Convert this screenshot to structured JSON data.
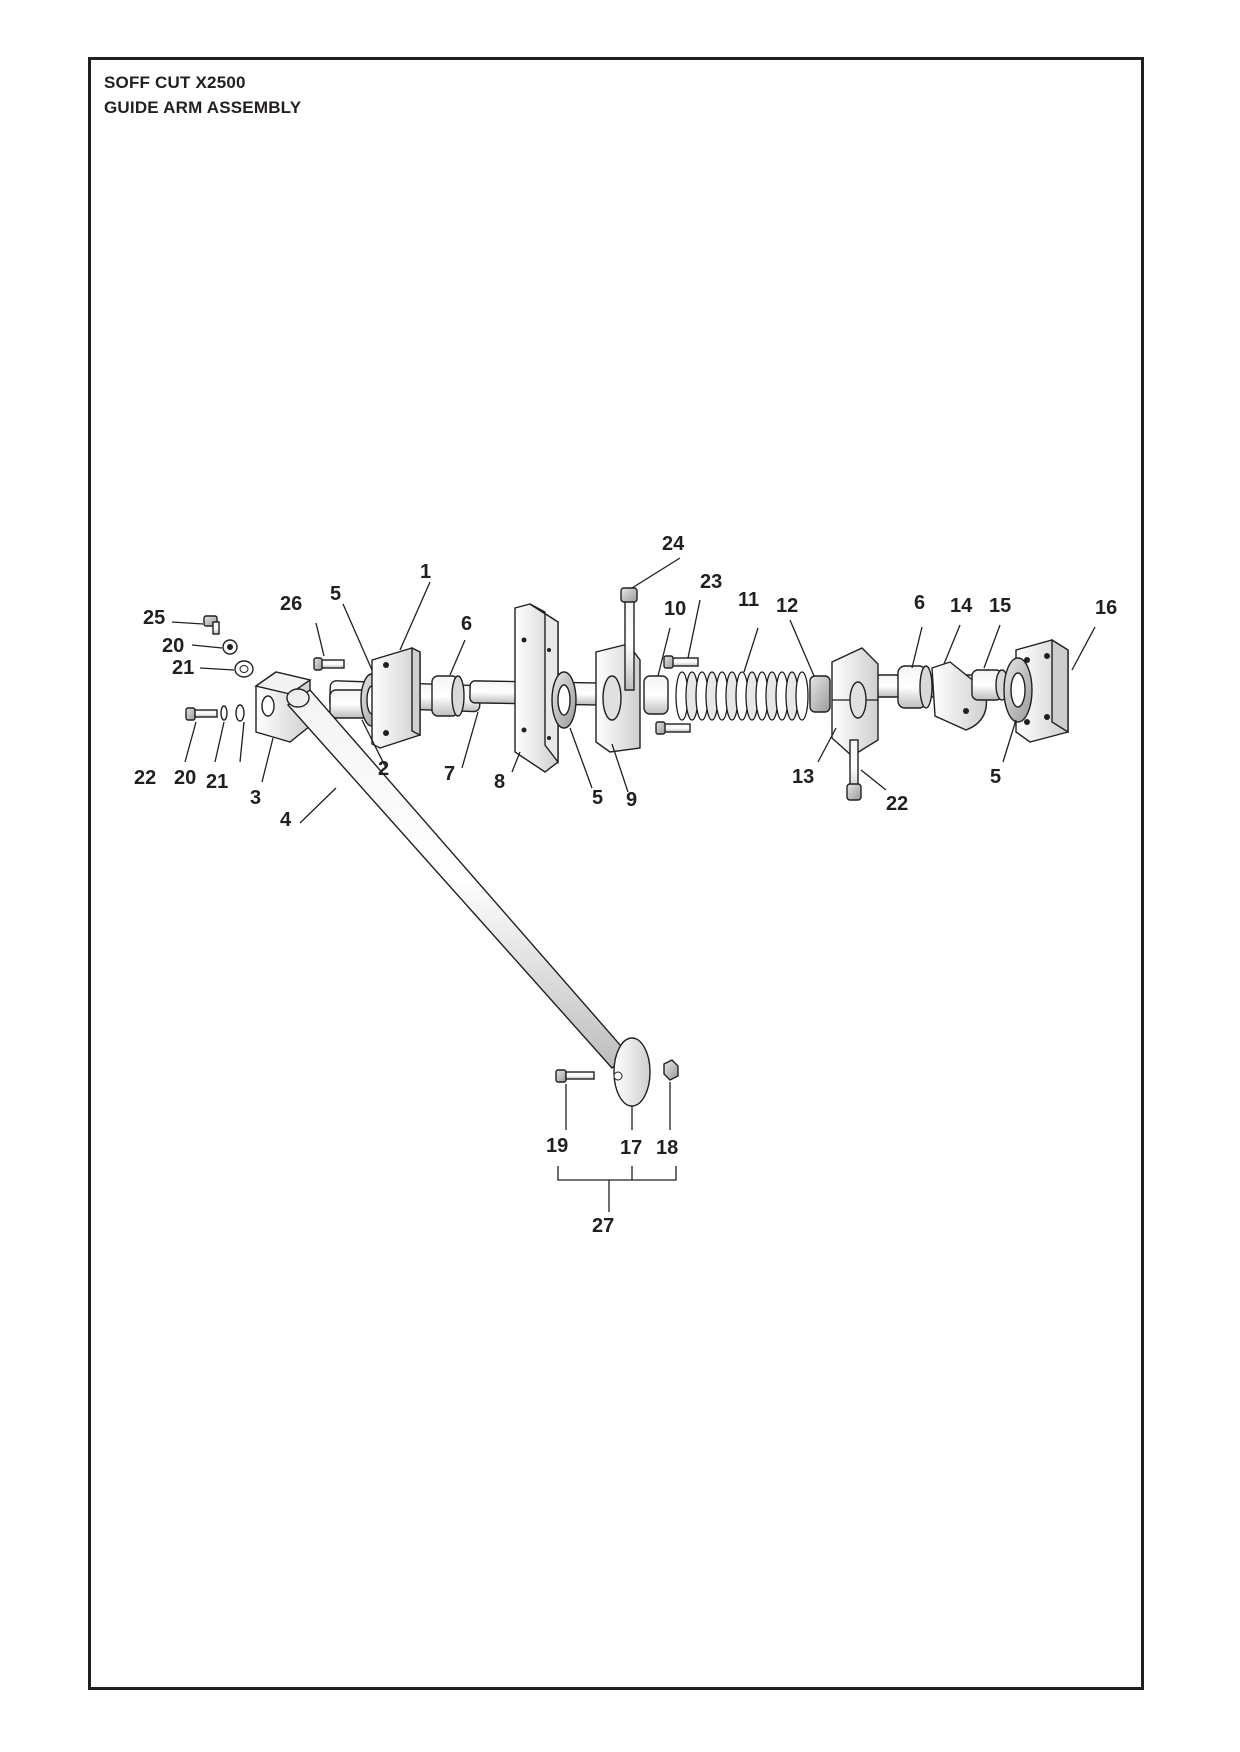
{
  "header": {
    "line1": "SOFF CUT X2500",
    "line2": "GUIDE ARM ASSEMBLY"
  },
  "callouts": [
    "1",
    "2",
    "3",
    "4",
    "5",
    "5",
    "5",
    "6",
    "6",
    "7",
    "8",
    "9",
    "10",
    "11",
    "12",
    "13",
    "14",
    "15",
    "16",
    "17",
    "18",
    "19",
    "20",
    "20",
    "21",
    "21",
    "22",
    "22",
    "23",
    "24",
    "25",
    "26",
    "27"
  ]
}
